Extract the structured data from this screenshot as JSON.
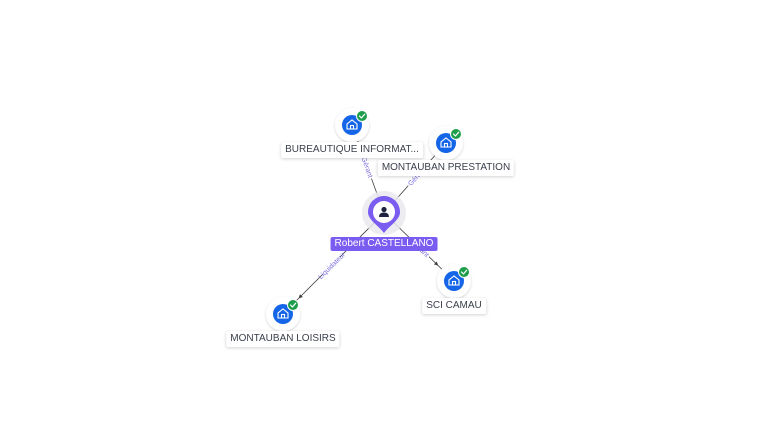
{
  "person": {
    "name": "Robert CASTELLANO",
    "icon": "person-icon",
    "color": "#7b5cf0"
  },
  "companies": [
    {
      "id": "bureautique",
      "label": "BUREAUTIQUE INFORMAT...",
      "relation": "Gérant",
      "verified": true
    },
    {
      "id": "prestation",
      "label": "MONTAUBAN PRESTATION",
      "relation": "Gérant",
      "verified": true
    },
    {
      "id": "scicamau",
      "label": "SCI CAMAU",
      "relation": "Gérant",
      "verified": true
    },
    {
      "id": "loisirs",
      "label": "MONTAUBAN LOISIRS",
      "relation": "Liquidateur",
      "verified": true
    }
  ],
  "icons": {
    "company": "building-icon",
    "verified": "check-badge-icon"
  },
  "colors": {
    "company_circle": "#1565e8",
    "verified_badge": "#1e9e4a",
    "edge": "#3d3d3d",
    "edge_label": "#7b6fe0"
  }
}
